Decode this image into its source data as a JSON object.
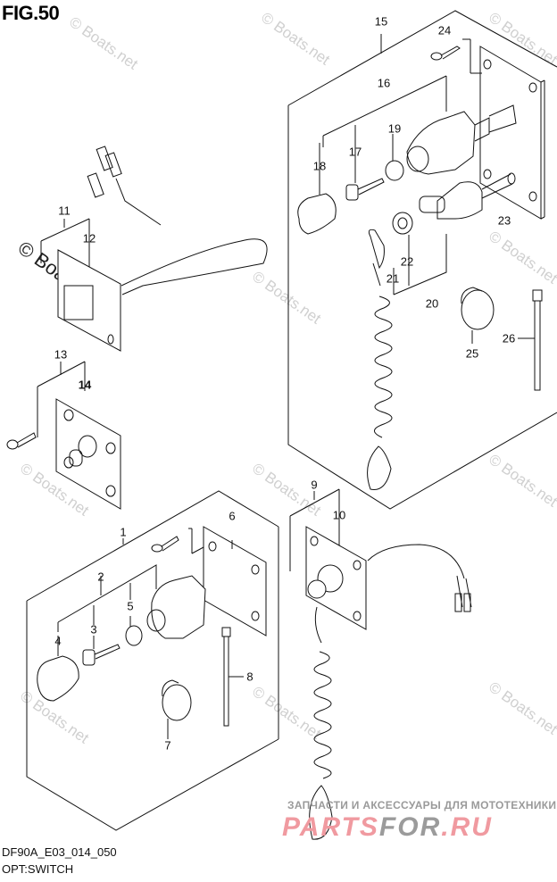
{
  "figure": {
    "title": "FIG.50",
    "diagram_code": "DF90A_E03_014_050",
    "diagram_name": "OPT:SWITCH"
  },
  "callouts": [
    "1",
    "2",
    "3",
    "4",
    "5",
    "6",
    "7",
    "8",
    "9",
    "10",
    "11",
    "12",
    "13",
    "14",
    "15",
    "16",
    "17",
    "18",
    "19",
    "20",
    "21",
    "22",
    "23",
    "24",
    "25",
    "26"
  ],
  "watermarks": {
    "site": "© Boats.net",
    "reseller_tagline": "ЗАПЧАСТИ И АКСЕССУАРЫ ДЛЯ МОТОТЕХНИКИ",
    "reseller_logo_a": "PARTS",
    "reseller_logo_b": "FOR",
    "reseller_logo_c": ".RU"
  },
  "colors": {
    "line": "#111111",
    "watermark": "#d0d0d0",
    "logo_pink": "#f09aa0",
    "logo_gray": "#9b9b9b"
  }
}
